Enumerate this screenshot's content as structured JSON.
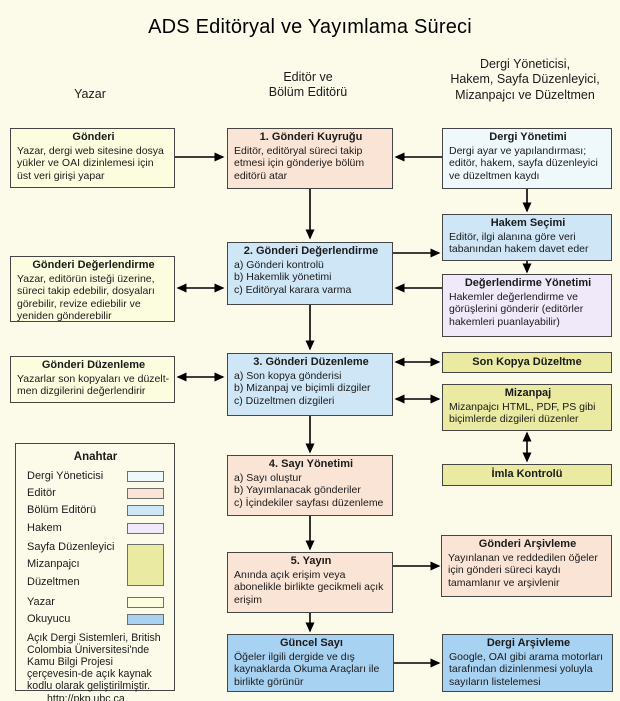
{
  "title": "ADS Editöryal ve Yayımlama Süreci",
  "columns": {
    "yazar": "Yazar",
    "editor": "Editör ve\nBölüm Editörü",
    "dergi": "Dergi Yöneticisi,\nHakem, Sayfa Düzenleyici,\nMizanpajcı ve Düzeltmen"
  },
  "boxes": {
    "left": {
      "gonderi": {
        "title": "Gönderi",
        "body": "Yazar, dergi web sitesine dosya yükler ve OAI dizinlemesi için üst veri girişi yapar"
      },
      "degerlendirme": {
        "title": "Gönderi Değerlendirme",
        "body": "Yazar, editörün isteği üzerine, süreci takip edebilir, dosyaları görebilir, revize ediebilir ve yeniden gönderebilir"
      },
      "duzenleme": {
        "title": "Gönderi Düzenleme",
        "body": "Yazarlar son kopyaları ve düzelt-men dizgilerini değerlendirir"
      }
    },
    "middle": {
      "step1": {
        "title": "1. Gönderi Kuyruğu",
        "body": "Editör, editöryal süreci takip etmesi için gönderiye bölüm editörü atar"
      },
      "step2": {
        "title": "2. Gönderi Değerlendirme",
        "body": "a) Gönderi kontrolü\nb) Hakemlik yönetimi\nc) Editöryal karara varma"
      },
      "step3": {
        "title": "3. Gönderi Düzenleme",
        "body": "a) Son kopya gönderisi\nb) Mizanpaj ve biçimli dizgiler\nc) Düzeltmen dizgileri"
      },
      "step4": {
        "title": "4. Sayı Yönetimi",
        "body": "a) Sayı oluştur\nb) Yayımlanacak gönderiler\nc) İçindekiler sayfası düzenleme"
      },
      "step5": {
        "title": "5. Yayın",
        "body": "Anında açık erişim veya abonelikle birlikte gecikmeli açık erişim"
      },
      "guncel": {
        "title": "Güncel Sayı",
        "body": "Öğeler ilgili dergide ve dış kaynaklarda Okuma Araçları ile birlikte görünür"
      }
    },
    "right": {
      "dergi_yonetimi": {
        "title": "Dergi Yönetimi",
        "body": "Dergi ayar ve yapılandırması; editör, hakem, sayfa düzenleyici ve düzeltmen kaydı"
      },
      "hakem_secimi": {
        "title": "Hakem Seçimi",
        "body": "Editör, ilgi alanına göre veri tabanından hakem davet eder"
      },
      "degerlendirme_yonetimi": {
        "title": "Değerlendirme Yönetimi",
        "body": "Hakemler değerlendirme ve görüşlerini gönderir (editörler hakemleri puanlayabilir)"
      },
      "son_kopya": {
        "title": "Son Kopya Düzeltme"
      },
      "mizanpaj": {
        "title": "Mizanpaj",
        "body": "Mizanpajcı HTML, PDF, PS gibi biçimlerde dizgileri düzenler"
      },
      "imla": {
        "title": "İmla Kontrolü"
      },
      "gonderi_arsivleme": {
        "title": "Gönderi Arşivleme",
        "body": "Yayınlanan ve reddedilen öğeler için gönderi süreci kaydı tamamlanır ve arşivlenir"
      },
      "dergi_arsivleme": {
        "title": "Dergi Arşivleme",
        "body": "Google, OAI gibi arama motorları tarafından dizinlenmesi yoluyla sayıların listelemesi"
      }
    }
  },
  "legend": {
    "title": "Anahtar",
    "items": [
      {
        "label": "Dergi Yöneticisi",
        "color": "#EFF8FB"
      },
      {
        "label": "Editör",
        "color": "#FAE4D5"
      },
      {
        "label": "Bölüm Editörü",
        "color": "#CFE6F7"
      },
      {
        "label": "Hakem",
        "color": "#EFE9F9"
      },
      {
        "label": "Sayfa Düzenleyici\nMizanpajcı\nDüzeltmen",
        "color": "#EAEAA2"
      },
      {
        "label": "Yazar",
        "color": "#FCFCDF"
      },
      {
        "label": "Okuyucu",
        "color": "#A8D2F1"
      }
    ],
    "footnote": "Açık Dergi Sistemleri, British Colombia Üniversitesi'nde Kamu Bilgi Projesi çerçevesin-de açık kaynak kodlu olarak geliştirilmiştir.",
    "url": "http://pkp.ubc.ca"
  },
  "colors": {
    "page-bg": "#FCFBEA",
    "box-border": "#454545",
    "arrow": "#000000",
    "yazar": "#FCFCDF",
    "editor": "#FAE4D5",
    "bolum-editoru": "#CFE6F7",
    "dergi-yoneticisi": "#EFF8FB",
    "hakem": "#EFE9F9",
    "dizgici": "#EAEAA2",
    "okuyucu": "#A8D2F1"
  }
}
